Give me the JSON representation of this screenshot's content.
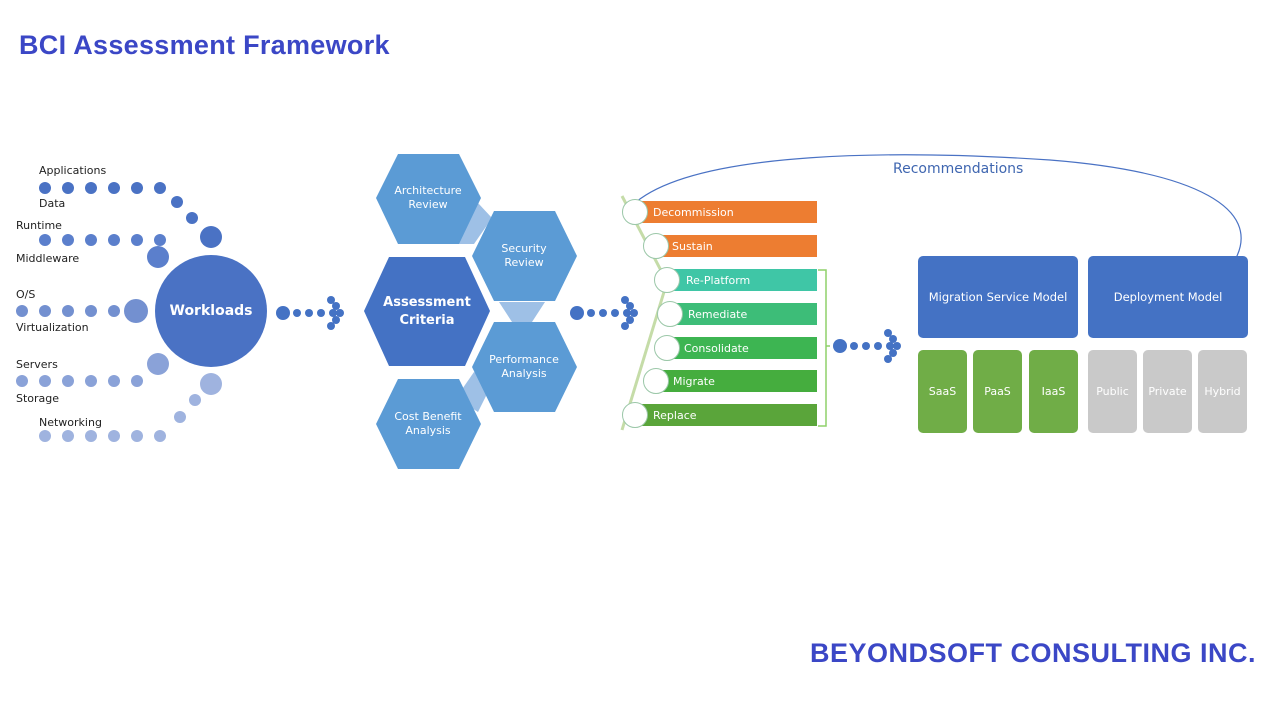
{
  "title": "BCI Assessment Framework",
  "footer": "BEYONDSOFT CONSULTING INC.",
  "workloads": {
    "center_label": "Workloads",
    "inputs": [
      "Applications",
      "Data",
      "Runtime",
      "Middleware",
      "O/S",
      "Virtualization",
      "Servers",
      "Storage",
      "Networking"
    ]
  },
  "assessment": {
    "center_label_line1": "Assessment",
    "center_label_line2": "Criteria",
    "criteria": [
      {
        "line1": "Architecture",
        "line2": "Review"
      },
      {
        "line1": "Security",
        "line2": "Review"
      },
      {
        "line1": "Performance",
        "line2": "Analysis"
      },
      {
        "line1": "Cost Benefit",
        "line2": "Analysis"
      }
    ]
  },
  "strategies": [
    {
      "label": "Decommission",
      "color": "#ed7d31"
    },
    {
      "label": "Sustain",
      "color": "#ed7d31"
    },
    {
      "label": "Re-Platform",
      "color": "#3fc6a6"
    },
    {
      "label": "Remediate",
      "color": "#3dbd78"
    },
    {
      "label": "Consolidate",
      "color": "#3db552"
    },
    {
      "label": "Migrate",
      "color": "#45ad3e"
    },
    {
      "label": "Replace",
      "color": "#5aa53a"
    }
  ],
  "recommendations": {
    "label": "Recommendations",
    "models": [
      {
        "label": "Migration Service Model",
        "options": [
          "SaaS",
          "PaaS",
          "IaaS"
        ],
        "option_color": "#70ad47"
      },
      {
        "label": "Deployment Model",
        "options": [
          "Public",
          "Private",
          "Hybrid"
        ],
        "option_color": "#c9c9c9"
      }
    ],
    "model_color": "#4472c4"
  }
}
